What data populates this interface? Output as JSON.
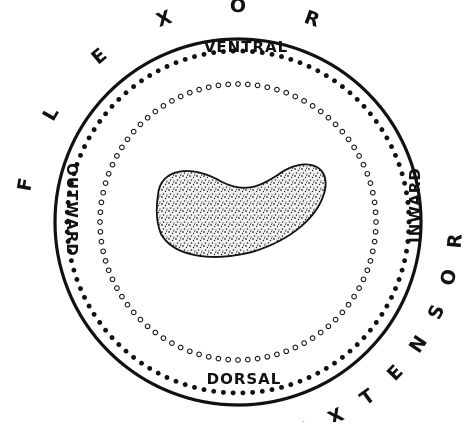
{
  "labels": {
    "ventral": "VENTRAL",
    "dorsal": "DORSAL",
    "outward": "OUTWARD",
    "inward": "INWARD"
  },
  "arc_labels": {
    "flexor": [
      "F",
      "L",
      "E",
      "X",
      "O",
      "R"
    ],
    "extensor": [
      "E",
      "X",
      "T",
      "E",
      "N",
      "S",
      "O",
      "R"
    ]
  }
}
